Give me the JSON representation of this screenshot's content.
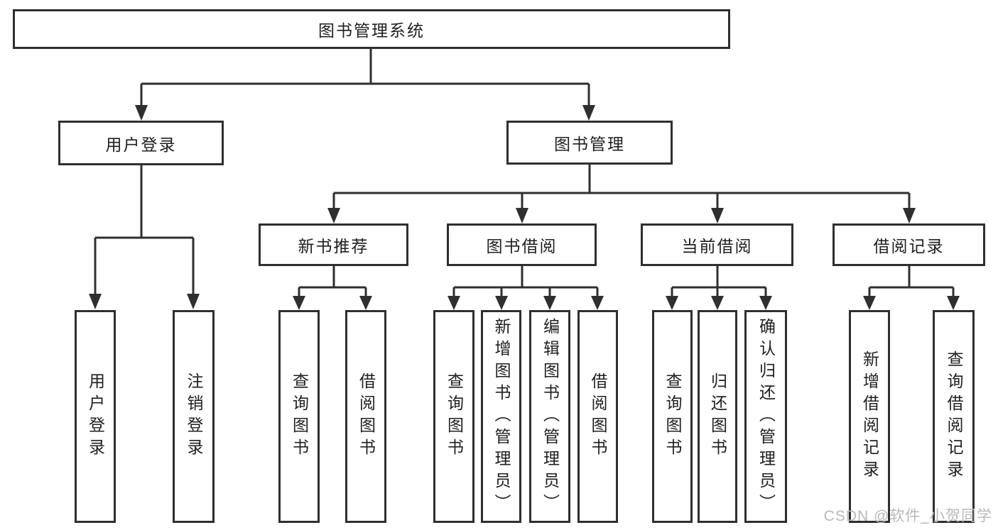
{
  "tree": {
    "root": {
      "label": "图书管理系统"
    },
    "level2": [
      {
        "label": "用户登录"
      },
      {
        "label": "图书管理"
      }
    ],
    "level3": [
      {
        "label": "新书推荐"
      },
      {
        "label": "图书借阅"
      },
      {
        "label": "当前借阅"
      },
      {
        "label": "借阅记录"
      }
    ],
    "leaves": [
      {
        "label": "用户登录"
      },
      {
        "label": "注销登录"
      },
      {
        "label": "查询图书"
      },
      {
        "label": "借阅图书"
      },
      {
        "label": "查询图书"
      },
      {
        "label": "新增图书（管理员）"
      },
      {
        "label": "编辑图书（管理员）"
      },
      {
        "label": "借阅图书"
      },
      {
        "label": "查询图书"
      },
      {
        "label": "归还图书"
      },
      {
        "label": "确认归还（管理员）"
      },
      {
        "label": "新增借阅记录"
      },
      {
        "label": "查询借阅记录"
      }
    ]
  },
  "watermark": "CSDN @软件_小贺同学",
  "colors": {
    "line": "#2f2f2f",
    "text": "#1f1f1f",
    "watermark": "#b9b9b9",
    "background": "#ffffff"
  }
}
